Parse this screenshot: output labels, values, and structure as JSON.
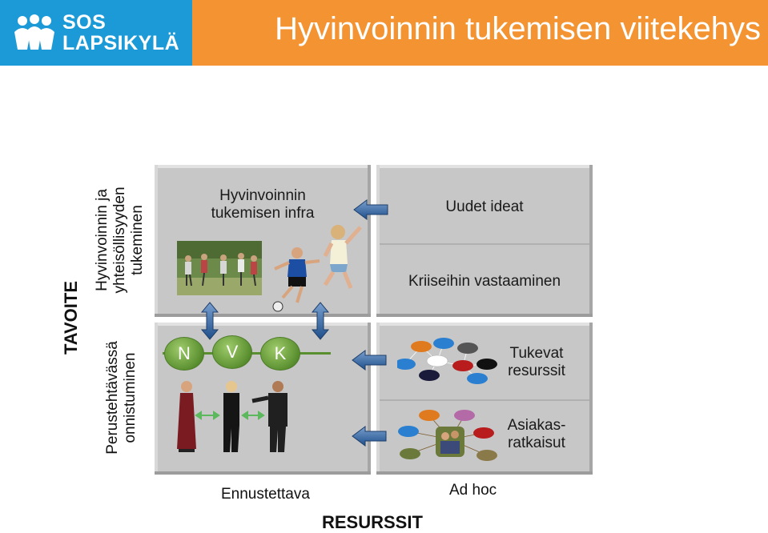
{
  "header": {
    "logo_line1": "SOS",
    "logo_line2": "LAPSIKYLÄ",
    "title": "Hyvinvoinnin tukemisen viitekehys",
    "colors": {
      "logo_bg": "#1b9ad7",
      "title_bg": "#f39331"
    }
  },
  "axis_labels": {
    "y_axis": "TAVOITE",
    "y_top": "Hyvinvoinnin ja yhteisöllisyyden tukeminen",
    "y_bottom": "Perustehtävässä onnistuminen",
    "x_axis": "RESURSSIT",
    "x_left": "Ennustettava",
    "x_right": "Ad hoc"
  },
  "panels": {
    "top_left": {
      "title": "Hyvinvoinnin tukemisen infra"
    },
    "top_right": {
      "line1": "Uudet ideat",
      "line2": "Kriiseihin vastaaminen"
    },
    "bottom_left": {
      "circles": [
        "N",
        "V",
        "K"
      ]
    },
    "bottom_right": {
      "line1": "Tukevat resurssit",
      "line2": "Asiakas-ratkaisut"
    }
  }
}
